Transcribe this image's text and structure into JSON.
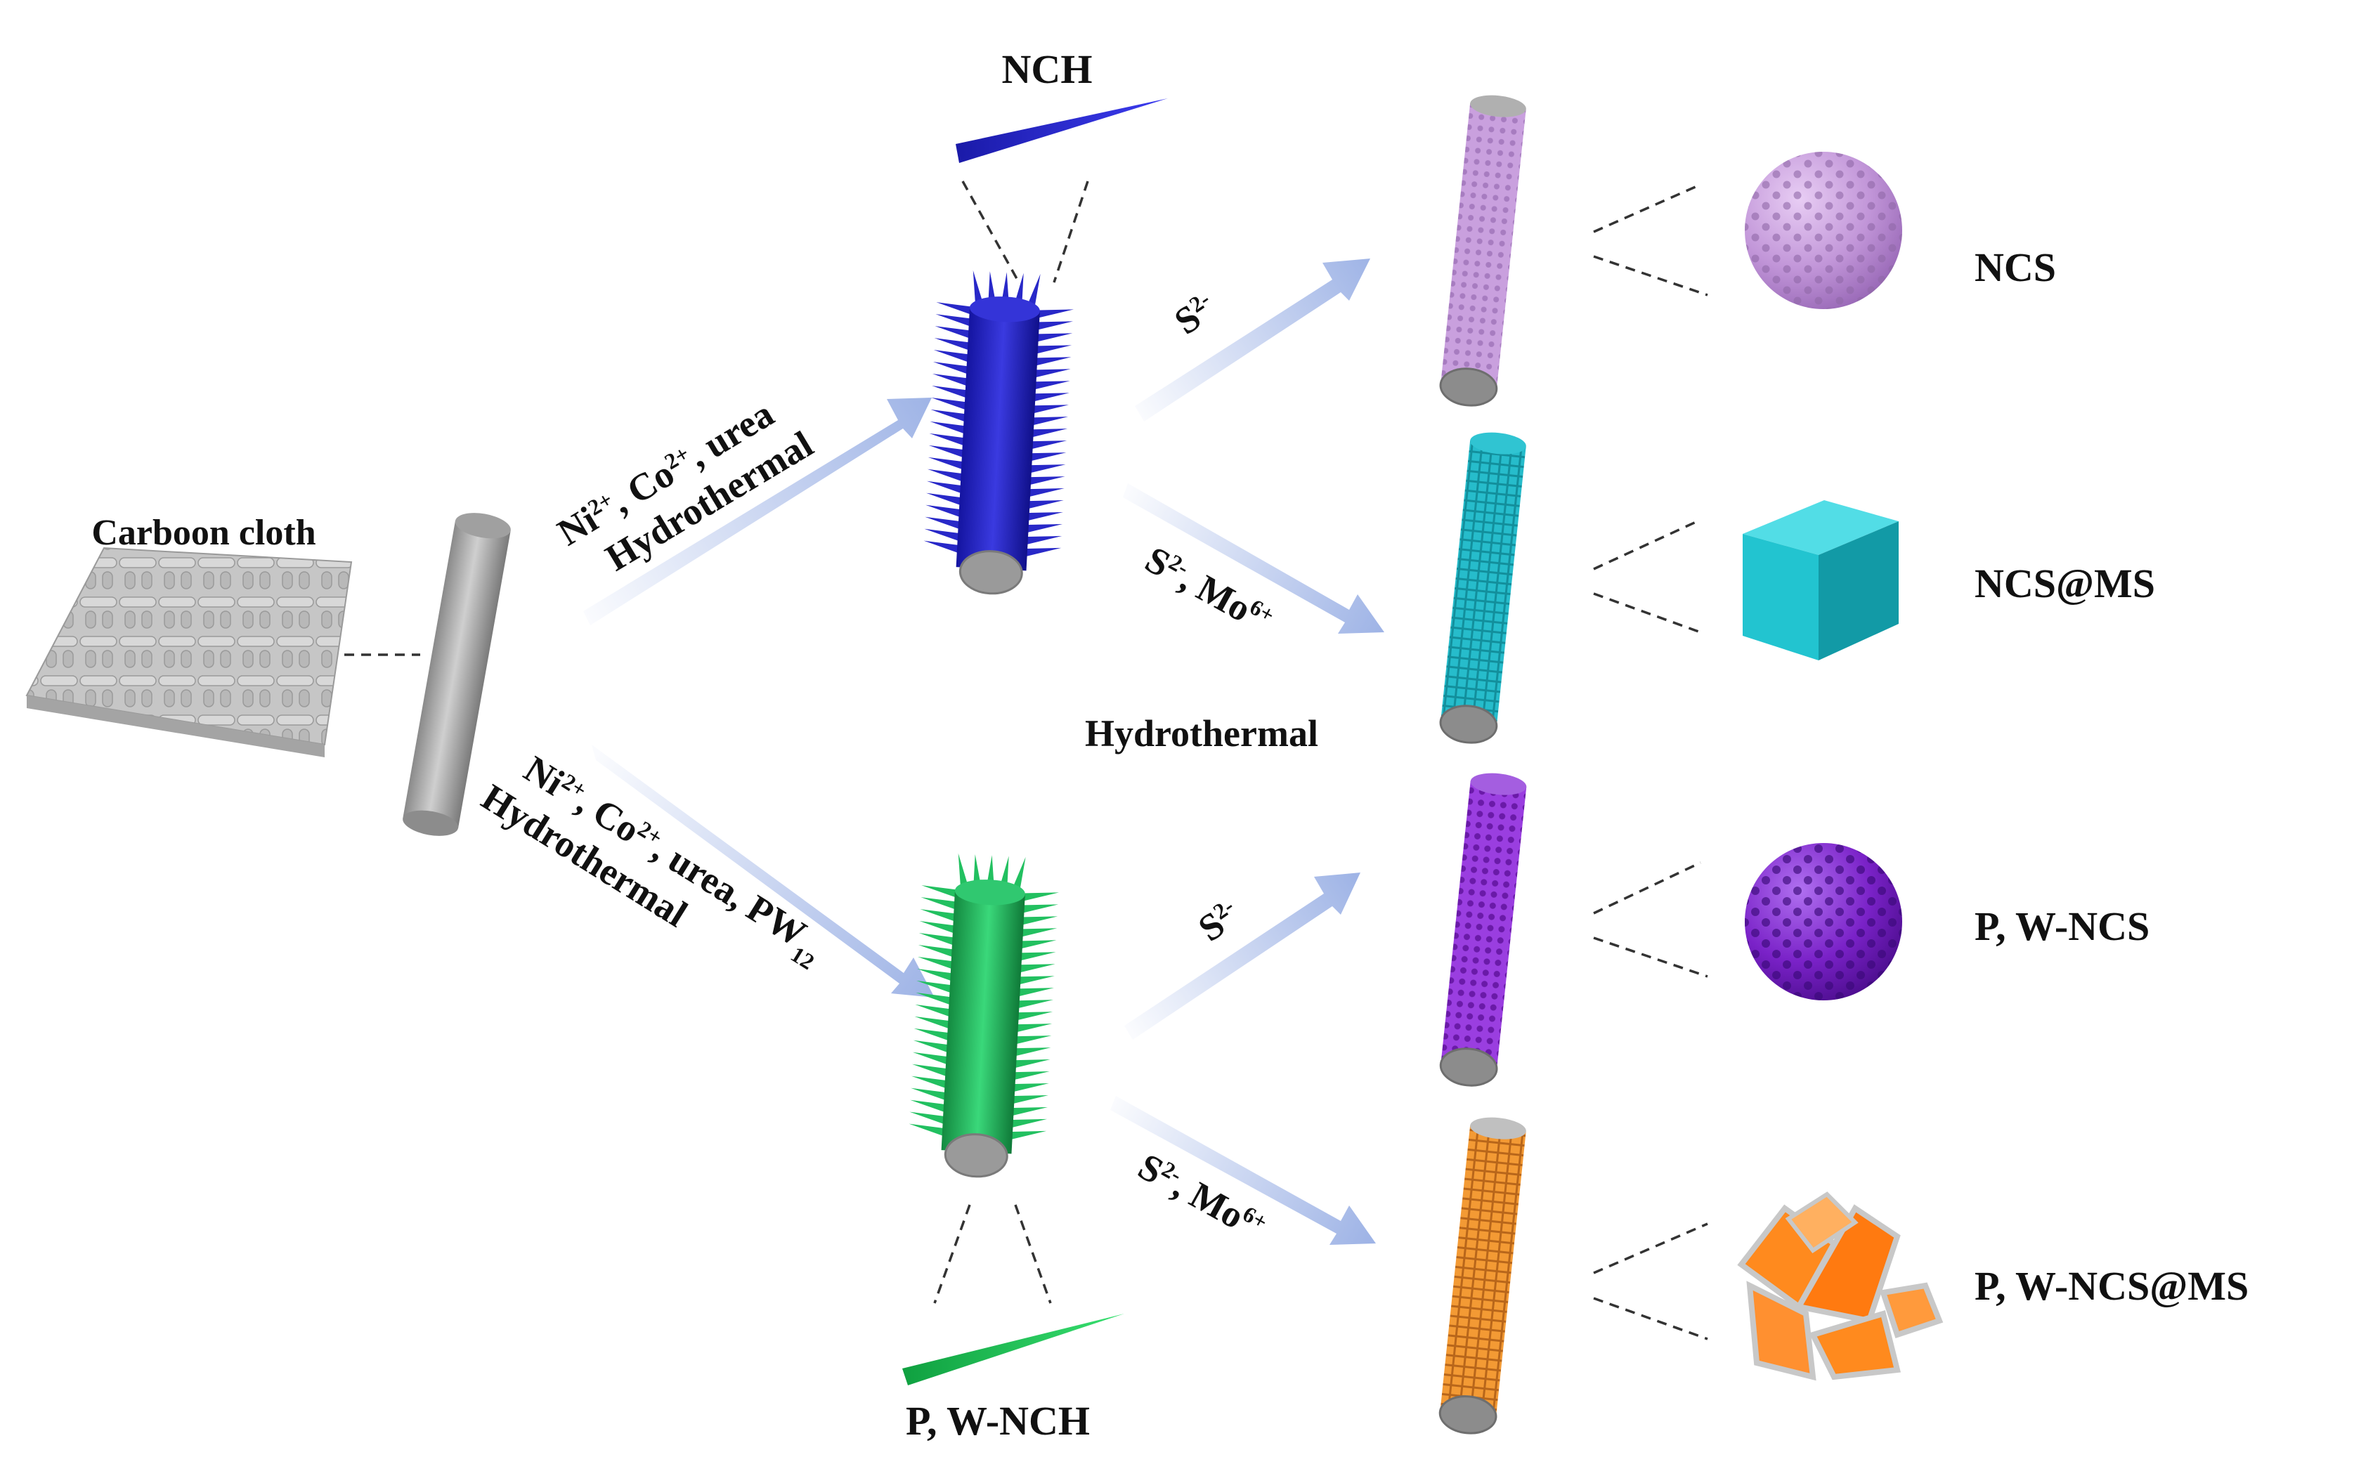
{
  "labels": {
    "carbon_cloth": "Carboon cloth",
    "nch": "NCH",
    "pw_nch": "P,  W-NCH",
    "ncs": "NCS",
    "ncs_ms": "NCS@MS",
    "pw_ncs": "P,  W-NCS",
    "pw_ncs_ms": "P,  W-NCS@MS",
    "hydrothermal_mid": "Hydrothermal"
  },
  "reactions": {
    "upper": {
      "line1": {
        "base": "Ni",
        "sup1": "2+",
        "mid": ", Co",
        "sup2": "2+",
        "tail": ", urea"
      },
      "line2": "Hydrothermal"
    },
    "lower": {
      "line1": {
        "base": "Ni",
        "sup1": "2+",
        "mid": ", Co",
        "sup2": "2+",
        "tail": ", urea, PW",
        "sub": "12"
      },
      "line2": "Hydrothermal"
    },
    "s_ion": {
      "base": "S",
      "sup": "2-"
    },
    "s_mo": {
      "base": "S",
      "sup1": "2-",
      "mid": ", Mo",
      "sup2": "6+"
    }
  },
  "colors": {
    "cloth": "#bdbdbd",
    "fiber": "#a8a8a8",
    "nch": "#2828c8",
    "pw_nch": "#22c060",
    "ncs": "#c49ad8",
    "ncs_ms": "#22b8c8",
    "pw_ncs": "#8a2ed0",
    "pw_ncs_ms": "#ff8a1e",
    "arrow": "#9fb4e6"
  }
}
